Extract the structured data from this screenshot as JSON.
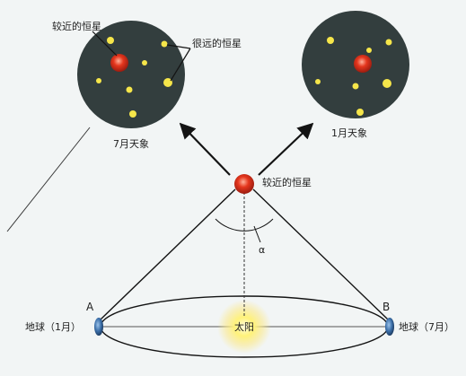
{
  "labels": {
    "nearer_star_top": "较近的恒星",
    "distant_stars": "很远的恒星",
    "july_sky": "7月天象",
    "jan_sky": "1月天象",
    "nearer_star_mid": "较近的恒星",
    "alpha": "α",
    "point_a": "A",
    "point_b": "B",
    "sun": "太阳",
    "earth_jan": "地球（1月）",
    "earth_jul": "地球（7月）"
  },
  "colors": {
    "background": "#f2f5f5",
    "sky_disc": "#333e3e",
    "star_red": "#e2321c",
    "star_yellow": "#f6e64a",
    "sun": "#fff06a",
    "earth": "#3a6ea8",
    "line": "#141414"
  }
}
